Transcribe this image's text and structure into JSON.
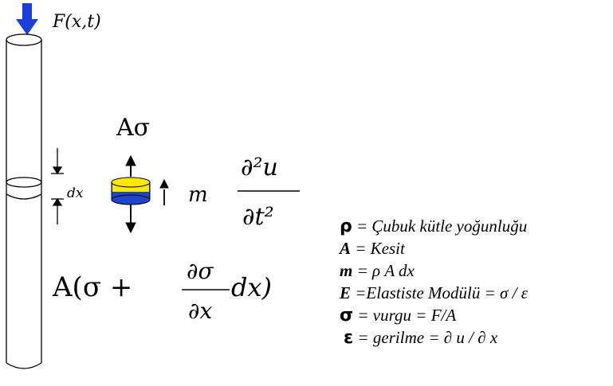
{
  "diagram": {
    "force_label": "F(x,t)",
    "top_stress_label": "Aσ",
    "dx_label": "dx",
    "inertia_label": {
      "coef": "m",
      "numerator": "∂²u",
      "denominator": "∂t²"
    },
    "bottom_stress_label": {
      "prefix": "A(σ + ",
      "numerator": "∂σ",
      "denominator": "∂x",
      "suffix": "dx)"
    },
    "colors": {
      "force_arrow": "#1a3fd8",
      "element_top": "#ffe800",
      "element_side": "#1f46c8",
      "outline": "#000000"
    }
  },
  "definitions": [
    {
      "symbol": "ρ",
      "text": " = Çubuk kütle yoğunluğu",
      "greek": true
    },
    {
      "symbol": "A",
      "text": " = Kesit",
      "greek": false
    },
    {
      "symbol": "m",
      "text": " = ρ A dx",
      "greek": false
    },
    {
      "symbol": "E",
      "text": " =Elastiste Modülü = σ / ε",
      "greek": false
    },
    {
      "symbol": "σ",
      "text": " = vurgu = F/A",
      "greek": true
    },
    {
      "symbol": "ε",
      "text": " = gerilme = ∂ u / ∂ x",
      "greek": true
    }
  ]
}
